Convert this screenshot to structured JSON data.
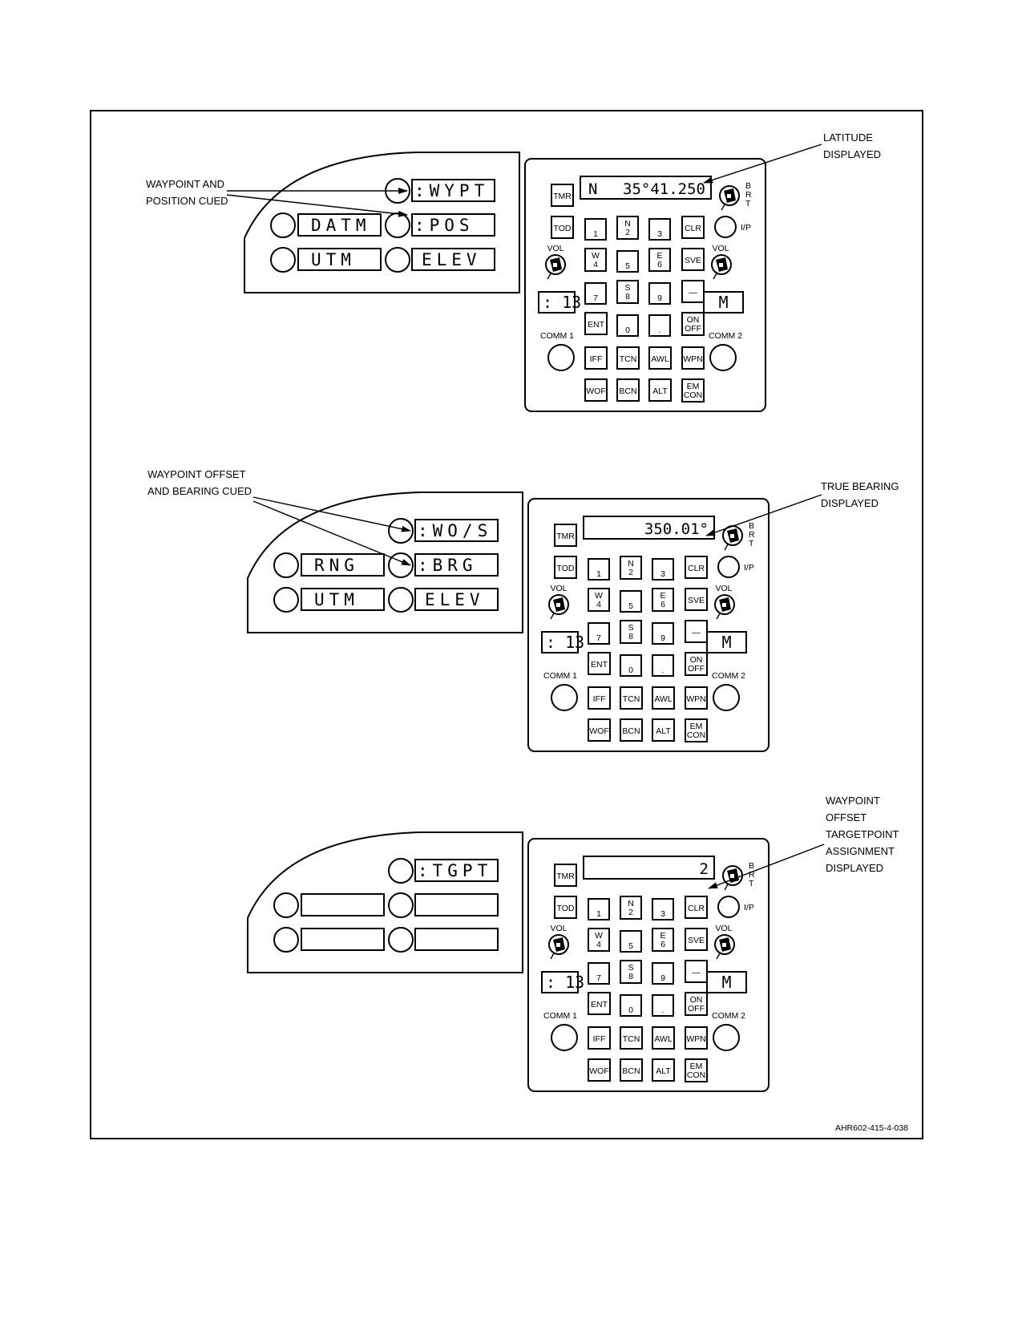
{
  "callouts": [
    {
      "lines": [
        "WAYPOINT AND",
        "POSITION CUED"
      ]
    },
    {
      "lines": [
        "LATITUDE",
        "DISPLAYED"
      ]
    },
    {
      "lines": [
        "WAYPOINT OFFSET",
        "AND BEARING CUED"
      ]
    },
    {
      "lines": [
        "TRUE BEARING",
        "DISPLAYED"
      ]
    },
    {
      "lines": [
        "WAYPOINT",
        "OFFSET",
        "TARGETPOINT",
        "ASSIGNMENT",
        "DISPLAYED"
      ]
    }
  ],
  "panels": [
    {
      "display_left": "N",
      "display_right": "35°41.250",
      "left_windows": [
        ":WYPT",
        "DATM",
        ":POS",
        "UTM",
        "ELEV"
      ]
    },
    {
      "display_left": "",
      "display_right": "350.01°",
      "left_windows": [
        ":WO/S",
        "RNG",
        ":BRG",
        "UTM",
        "ELEV"
      ]
    },
    {
      "display_left": "",
      "display_right": "2",
      "left_windows": [
        ":TGPT",
        "",
        "",
        "",
        ""
      ]
    }
  ],
  "keypad": {
    "tmr": "TMR",
    "tod": "TOD",
    "clr": "CLR",
    "sve": "SVE",
    "ent": "ENT",
    "dash": "—",
    "dot": ".",
    "on": "ON",
    "off": "OFF",
    "ip": "I/P",
    "vol": "VOL",
    "brt": [
      "B",
      "R",
      "T"
    ],
    "comm1": "COMM 1",
    "comm2": "COMM 2",
    "chan": ": 13",
    "mode": "M",
    "digits": [
      {
        "top": "",
        "bot": "1"
      },
      {
        "top": "N",
        "bot": "2"
      },
      {
        "top": "",
        "bot": "3"
      },
      {
        "top": "W",
        "bot": "4"
      },
      {
        "top": "",
        "bot": "5"
      },
      {
        "top": "E",
        "bot": "6"
      },
      {
        "top": "",
        "bot": "7"
      },
      {
        "top": "S",
        "bot": "8"
      },
      {
        "top": "",
        "bot": "9"
      },
      {
        "top": "",
        "bot": "0"
      }
    ],
    "row_a": [
      "IFF",
      "TCN",
      "AWL",
      "WPN"
    ],
    "row_b": [
      "WOF",
      "BCN",
      "ALT"
    ],
    "emcon": [
      "EM",
      "CON"
    ]
  },
  "figure_id": "AHR602-415-4-038"
}
